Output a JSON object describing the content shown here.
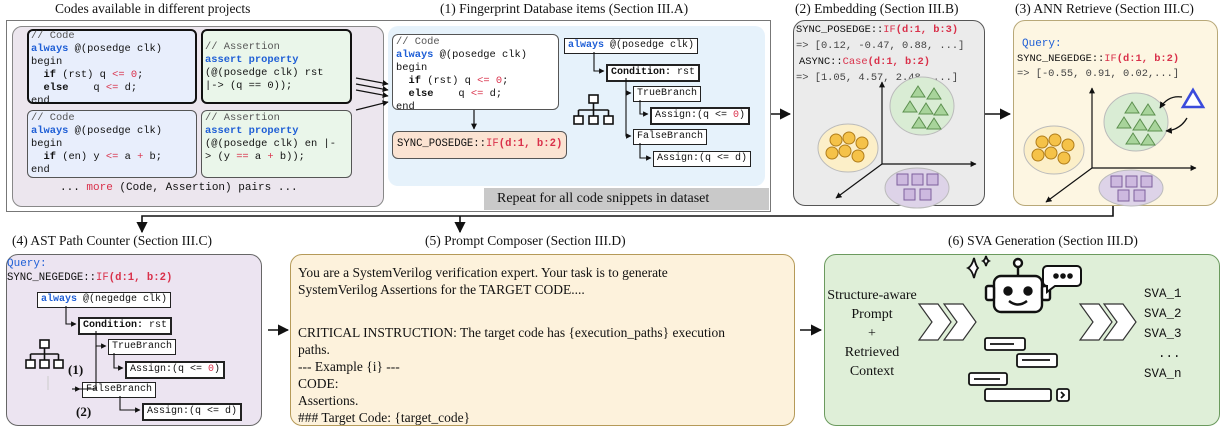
{
  "titles": {
    "codes": "Codes available in different projects",
    "fingerprint": "(1) Fingerprint Database items (Section III.A)",
    "embedding": "(2) Embedding (Section III.B)",
    "ann": "(3) ANN Retrieve (Section III.C)",
    "ast": "(4) AST Path Counter (Section III.C)",
    "composer": "(5) Prompt Composer (Section III.D)",
    "sva": "(6) SVA Generation (Section III.D)"
  },
  "pairs": {
    "more_prefix": "... ",
    "more_word": "more",
    "more_suffix": " (Code, Assertion) pairs ..."
  },
  "repeat_note": "Repeat for all code snippets in dataset",
  "fingerprint": {
    "sig_prefix": "SYNC_POSEDGE::",
    "sig_if": "IF",
    "sig_args": "(d:1, b:2)",
    "tree": {
      "root": "always @(posedge clk)",
      "condition": "Condition: rst",
      "true_branch": "TrueBranch",
      "assign_true": "Assign:(q <= 0)",
      "false_branch": "FalseBranch",
      "assign_false": "Assign:(q <= d)"
    }
  },
  "embedding": {
    "line1_prefix": "SYNC_POSEDGE::",
    "line1_if": "IF",
    "line1_args": "(d:1, b:3)",
    "line2": "=> [0.12, -0.47, 0.88, ...]",
    "line3_prefix": "ASYNC::",
    "line3_case": "Case",
    "line3_args": "(d:1, b:2)",
    "line4": "=> [1.05, 4.57, 2.48, ...]"
  },
  "ann": {
    "query_label": "Query:",
    "sig_prefix": "SYNC_NEGEDGE::",
    "sig_if": "IF",
    "sig_args": "(d:1, b:2)",
    "vector": "=> [-0.55, 0.91, 0.02,...]"
  },
  "ast": {
    "query_label": "Query:",
    "sig_prefix": "SYNC_NEGEDGE::",
    "sig_if": "IF",
    "sig_args": "(d:1, b:2)",
    "root": "always @(negedge clk)",
    "condition": "Condition: rst",
    "true_branch": "TrueBranch",
    "assign_true": "Assign:(q <= 0)",
    "false_branch": "FalseBranch",
    "assign_false": "Assign:(q <= d)",
    "path1": "(1)",
    "path2": "(2)"
  },
  "composer": {
    "lines": [
      "You are a SystemVerilog verification expert. Your task is to generate",
      "SystemVerilog Assertions for the TARGET CODE....",
      "",
      "CRITICAL INSTRUCTION: The target code has {execution_paths} execution",
      "paths.",
      "--- Example {i} ---",
      "CODE:",
      "Assertions.",
      "### Target Code: {target_code}"
    ]
  },
  "sva": {
    "input_lines": [
      "Structure-aware",
      "Prompt",
      "+",
      "Retrieved",
      "Context"
    ],
    "outputs": [
      "SVA_1",
      "SVA_2",
      "SVA_3",
      "...",
      "SVA_n"
    ]
  },
  "colors": {
    "code_fill": "#e8eefc",
    "assert_fill": "#eaf6ea",
    "fp_panel": "#e6f2fb",
    "sig_fill": "#fbe3d2",
    "emb_panel": "#ebebeb",
    "ann_panel": "#fdf6e2",
    "ast_panel": "#ece4f1",
    "comp_panel": "#fdf2dc",
    "sva_panel": "#dfefd8",
    "keyword": "#1f5fd6",
    "operator": "#d9304a"
  }
}
